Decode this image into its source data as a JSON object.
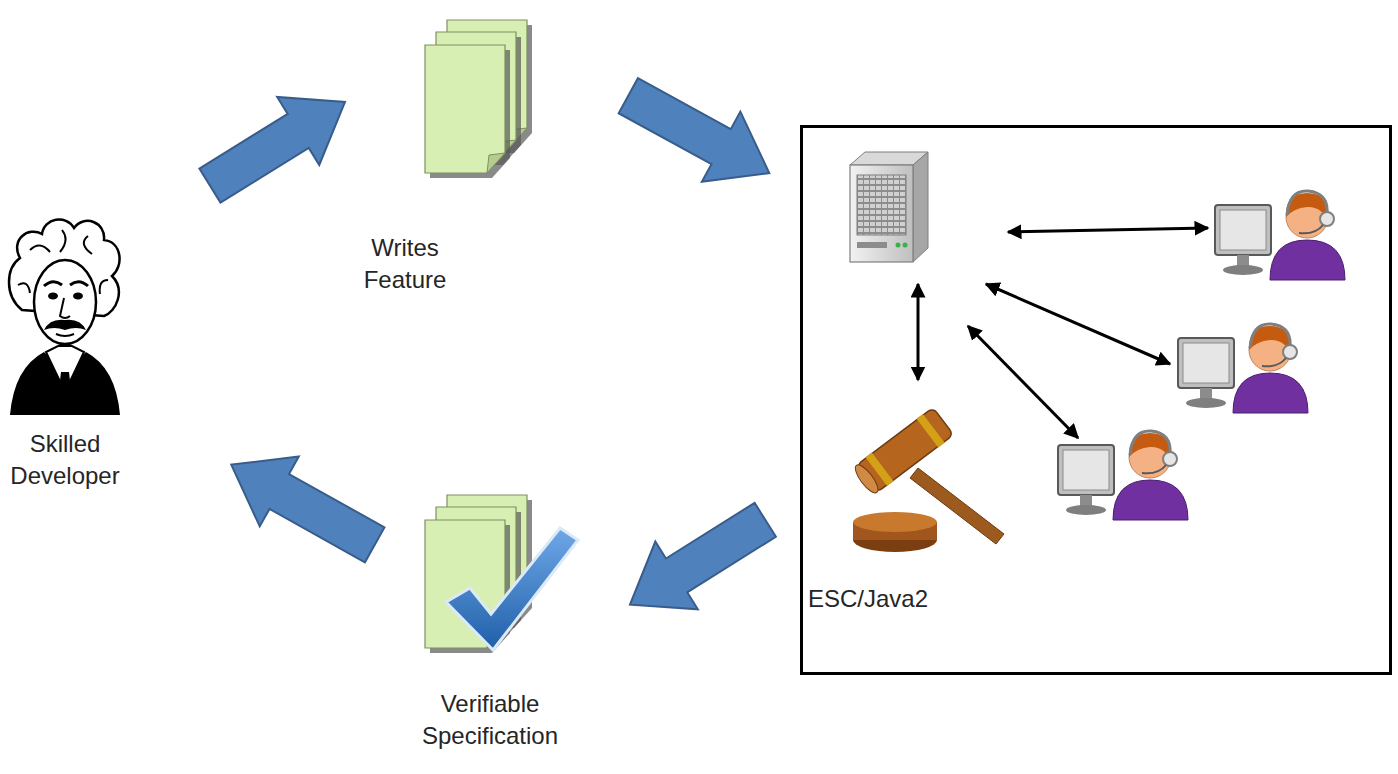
{
  "diagram": {
    "nodes": [
      {
        "text": [
          "Skilled Developer"
        ]
      },
      {
        "text": [
          "Writes Feature"
        ]
      },
      {
        "text": [
          "ESC/Java2"
        ]
      },
      {
        "text": [
          "Verifiable Specification"
        ]
      }
    ],
    "edges": [
      {
        "from": 0,
        "to": 1,
        "arrow": "to"
      },
      {
        "from": 1,
        "to": 2,
        "arrow": "to"
      },
      {
        "from": 2,
        "to": 3,
        "arrow": "to"
      },
      {
        "from": 3,
        "to": 0,
        "arrow": "to"
      }
    ]
  }
}
